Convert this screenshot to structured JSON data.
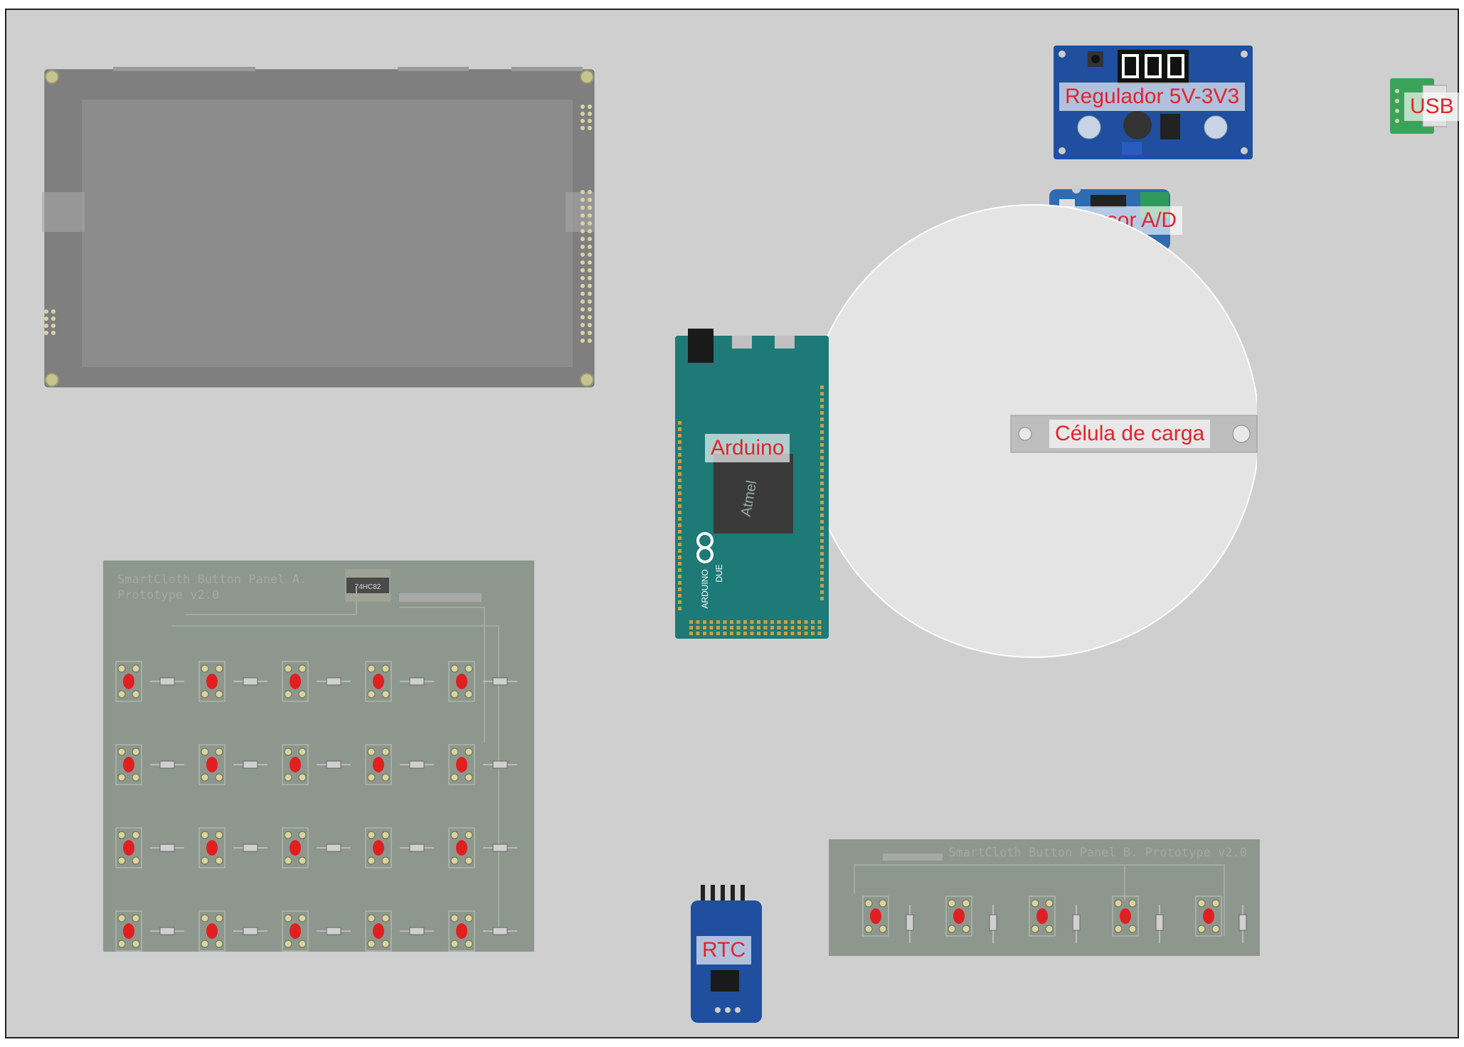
{
  "diagram": {
    "board_color": "#d0cfd0",
    "label_color": "#e3232a",
    "components": {
      "regulator": {
        "label": "Regulador 5V-3V3",
        "pcb_color": "#1f4f9e"
      },
      "usb": {
        "label": "USB",
        "pcb_color": "#3aa35a"
      },
      "adc": {
        "label": "Conversor A/D",
        "pcb_color": "#2e6bb0"
      },
      "arduino": {
        "label": "Arduino",
        "pcb_color": "#1e7a76",
        "chip_brand": "Atmel",
        "board_name": "ARDUINO",
        "model": "DUE"
      },
      "load_cell": {
        "label": "Célula de carga"
      },
      "rtc": {
        "label": "RTC",
        "pcb_color": "#1f4f9e"
      },
      "display": {
        "screen_color": "#8c8c8c"
      },
      "panel_a": {
        "title_line1": "SmartCloth Button Panel A.",
        "title_line2": "Prototype v2.0",
        "chip_label": "74HC82",
        "pcb_color": "#8e978e"
      },
      "panel_b": {
        "title": "SmartCloth Button Panel B. Prototype v2.0",
        "pcb_color": "#8e978e"
      }
    }
  }
}
